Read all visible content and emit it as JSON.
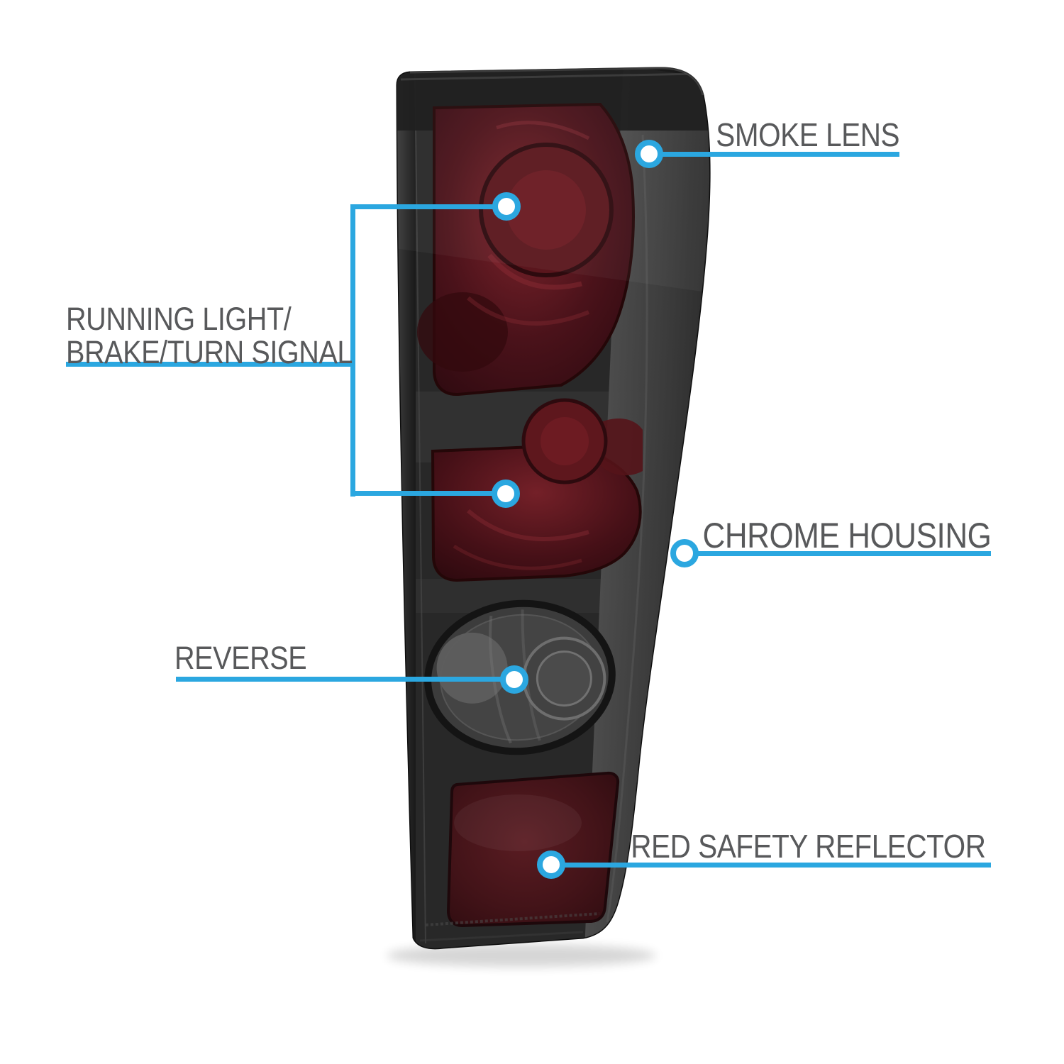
{
  "colors": {
    "accent": "#2BA7E0",
    "label_text": "#58595B",
    "background": "#FFFFFF"
  },
  "callouts": {
    "smoke_lens": {
      "label": "SMOKE LENS"
    },
    "running_brake": {
      "line1": "RUNNING LIGHT/",
      "line2": "BRAKE/TURN SIGNAL"
    },
    "chrome_housing": {
      "label": "CHROME HOUSING"
    },
    "reverse": {
      "label": "REVERSE"
    },
    "red_safety_reflector": {
      "label": "RED SAFETY REFLECTOR"
    }
  }
}
